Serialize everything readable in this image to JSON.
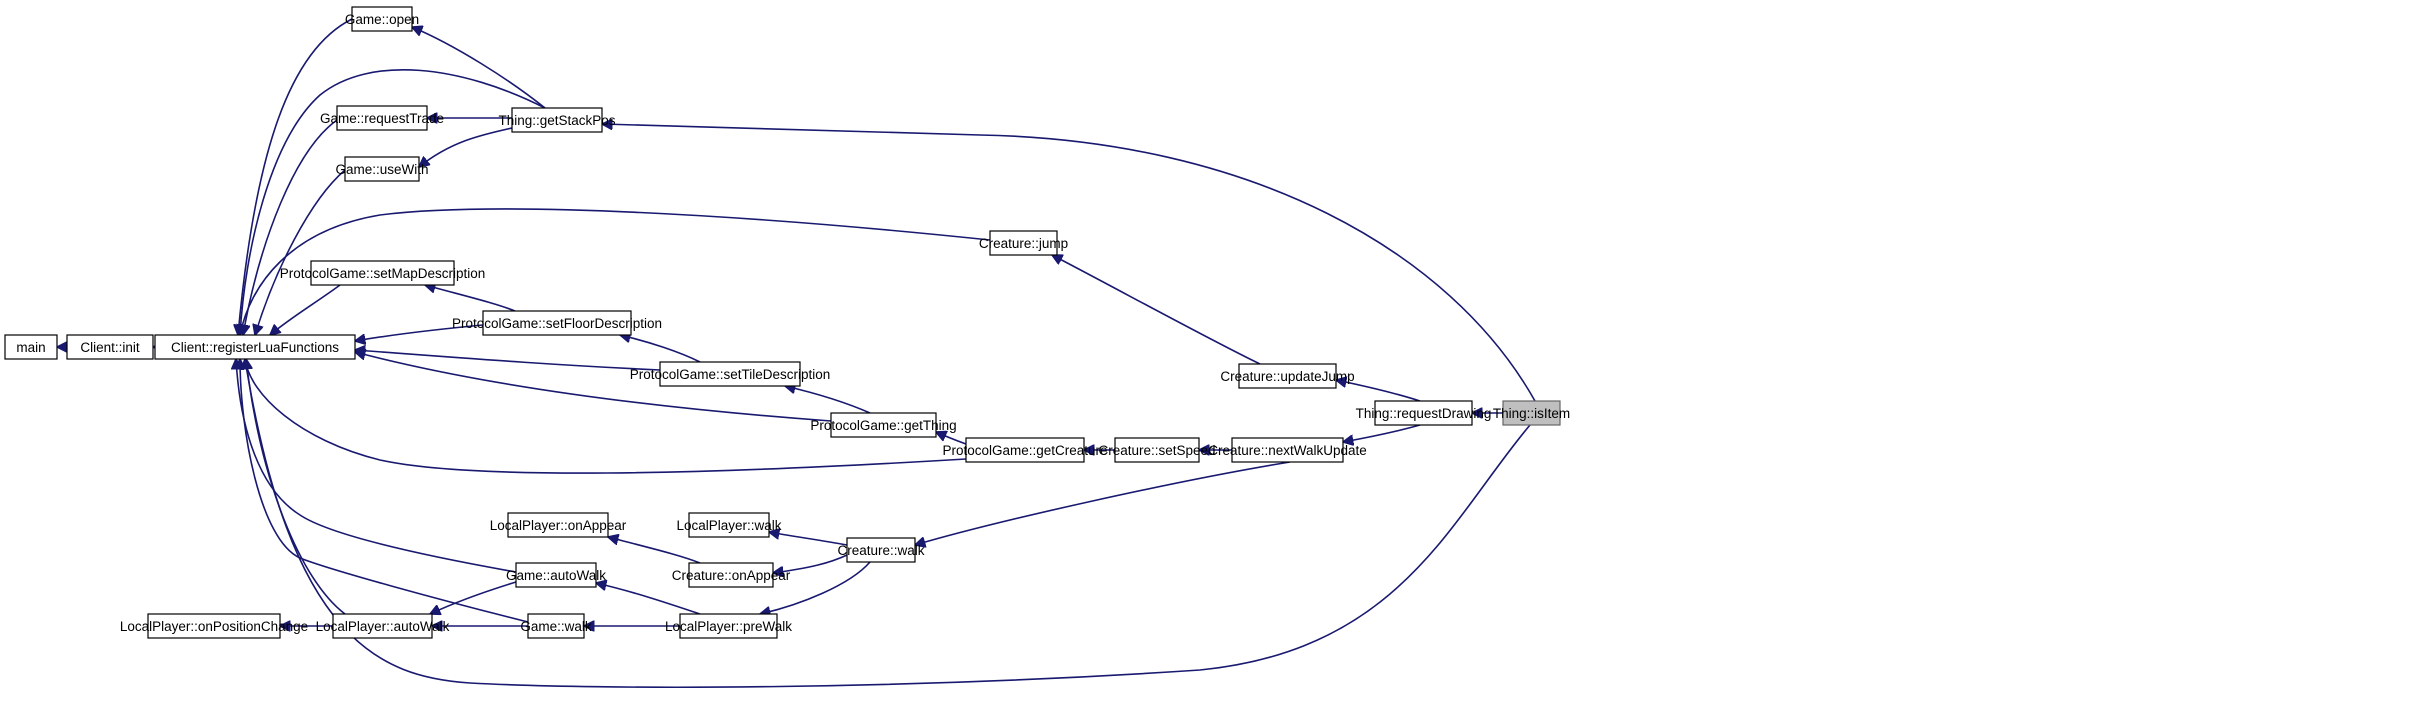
{
  "colors": {
    "edge": "#191970",
    "node_border": "#000000",
    "target_fill": "#bfbfbf",
    "background": "#ffffff"
  },
  "nodes": [
    {
      "id": "main",
      "label": "main"
    },
    {
      "id": "client_init",
      "label": "Client::init"
    },
    {
      "id": "register_lua",
      "label": "Client::registerLuaFunctions"
    },
    {
      "id": "game_open",
      "label": "Game::open"
    },
    {
      "id": "game_request_trade",
      "label": "Game::requestTrade"
    },
    {
      "id": "game_use_with",
      "label": "Game::useWith"
    },
    {
      "id": "thing_get_stack_pos",
      "label": "Thing::getStackPos"
    },
    {
      "id": "pg_set_map_description",
      "label": "ProtocolGame::setMapDescription"
    },
    {
      "id": "pg_set_floor_description",
      "label": "ProtocolGame::setFloorDescription"
    },
    {
      "id": "pg_set_tile_description",
      "label": "ProtocolGame::setTileDescription"
    },
    {
      "id": "pg_get_thing",
      "label": "ProtocolGame::getThing"
    },
    {
      "id": "pg_get_creature",
      "label": "ProtocolGame::getCreature"
    },
    {
      "id": "creature_jump",
      "label": "Creature::jump"
    },
    {
      "id": "creature_update_jump",
      "label": "Creature::updateJump"
    },
    {
      "id": "creature_set_speed",
      "label": "Creature::setSpeed"
    },
    {
      "id": "creature_next_walk_update",
      "label": "Creature::nextWalkUpdate"
    },
    {
      "id": "thing_request_drawing",
      "label": "Thing::requestDrawing"
    },
    {
      "id": "thing_is_item",
      "label": "Thing::isItem"
    },
    {
      "id": "lp_on_appear",
      "label": "LocalPlayer::onAppear"
    },
    {
      "id": "lp_walk",
      "label": "LocalPlayer::walk"
    },
    {
      "id": "creature_on_appear",
      "label": "Creature::onAppear"
    },
    {
      "id": "creature_walk",
      "label": "Creature::walk"
    },
    {
      "id": "game_auto_walk",
      "label": "Game::autoWalk"
    },
    {
      "id": "game_walk",
      "label": "Game::walk"
    },
    {
      "id": "lp_pre_walk",
      "label": "LocalPlayer::preWalk"
    },
    {
      "id": "lp_auto_walk",
      "label": "LocalPlayer::autoWalk"
    },
    {
      "id": "lp_on_position_change",
      "label": "LocalPlayer::onPositionChange"
    }
  ],
  "edges": [
    {
      "from": "client_init",
      "to": "main"
    },
    {
      "from": "register_lua",
      "to": "client_init"
    },
    {
      "from": "thing_is_item",
      "to": "thing_request_drawing"
    },
    {
      "from": "thing_request_drawing",
      "to": "creature_update_jump"
    },
    {
      "from": "thing_request_drawing",
      "to": "creature_next_walk_update"
    },
    {
      "from": "creature_update_jump",
      "to": "creature_jump"
    },
    {
      "from": "creature_jump",
      "to": "register_lua"
    },
    {
      "from": "creature_next_walk_update",
      "to": "creature_set_speed"
    },
    {
      "from": "creature_next_walk_update",
      "to": "creature_walk"
    },
    {
      "from": "creature_set_speed",
      "to": "pg_get_creature"
    },
    {
      "from": "pg_get_creature",
      "to": "pg_get_thing"
    },
    {
      "from": "pg_get_creature",
      "to": "register_lua"
    },
    {
      "from": "pg_get_thing",
      "to": "pg_set_tile_description"
    },
    {
      "from": "pg_get_thing",
      "to": "register_lua"
    },
    {
      "from": "pg_set_tile_description",
      "to": "pg_set_floor_description"
    },
    {
      "from": "pg_set_tile_description",
      "to": "register_lua"
    },
    {
      "from": "pg_set_floor_description",
      "to": "pg_set_map_description"
    },
    {
      "from": "pg_set_floor_description",
      "to": "register_lua"
    },
    {
      "from": "pg_set_map_description",
      "to": "register_lua"
    },
    {
      "from": "thing_is_item",
      "to": "thing_get_stack_pos"
    },
    {
      "from": "thing_get_stack_pos",
      "to": "game_open"
    },
    {
      "from": "thing_get_stack_pos",
      "to": "register_lua"
    },
    {
      "from": "thing_get_stack_pos",
      "to": "game_request_trade"
    },
    {
      "from": "thing_get_stack_pos",
      "to": "game_use_with"
    },
    {
      "from": "game_open",
      "to": "register_lua"
    },
    {
      "from": "game_request_trade",
      "to": "register_lua"
    },
    {
      "from": "game_use_with",
      "to": "register_lua"
    },
    {
      "from": "thing_is_item",
      "to": "register_lua"
    },
    {
      "from": "creature_walk",
      "to": "lp_walk"
    },
    {
      "from": "creature_walk",
      "to": "creature_on_appear"
    },
    {
      "from": "creature_walk",
      "to": "lp_pre_walk"
    },
    {
      "from": "creature_on_appear",
      "to": "lp_on_appear"
    },
    {
      "from": "lp_pre_walk",
      "to": "game_auto_walk"
    },
    {
      "from": "lp_pre_walk",
      "to": "game_walk"
    },
    {
      "from": "game_auto_walk",
      "to": "register_lua"
    },
    {
      "from": "game_auto_walk",
      "to": "lp_auto_walk"
    },
    {
      "from": "game_walk",
      "to": "register_lua"
    },
    {
      "from": "game_walk",
      "to": "lp_auto_walk"
    },
    {
      "from": "lp_auto_walk",
      "to": "register_lua"
    },
    {
      "from": "lp_auto_walk",
      "to": "lp_on_position_change"
    }
  ]
}
